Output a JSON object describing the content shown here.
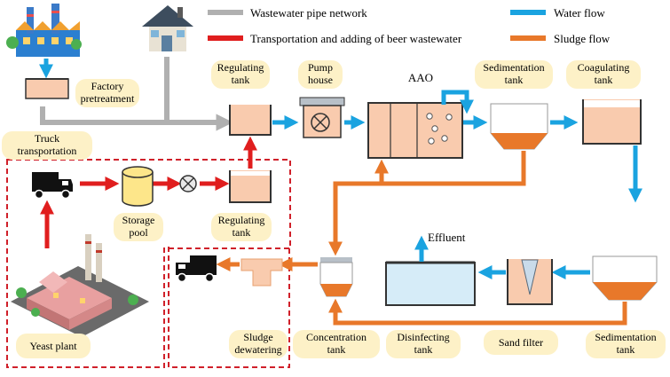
{
  "legend": {
    "wastewater_pipe": "Wastewater pipe network",
    "transport_beer": "Transportation and adding of beer wastewater",
    "water_flow": "Water flow",
    "sludge_flow": "Sludge flow"
  },
  "labels": {
    "factory_pretreatment": [
      "Factory",
      "pretreatment"
    ],
    "truck_transportation": [
      "Truck",
      "transportation"
    ],
    "regulating_tank_top": [
      "Regulating",
      "tank"
    ],
    "pump_house": [
      "Pump",
      "house"
    ],
    "aao": "AAO",
    "sedimentation_tank_top": [
      "Sedimentation",
      "tank"
    ],
    "coagulating_tank": [
      "Coagulating",
      "tank"
    ],
    "storage_pool": [
      "Storage",
      "pool"
    ],
    "regulating_tank_bottom": [
      "Regulating",
      "tank"
    ],
    "effluent": "Effluent",
    "yeast_plant": "Yeast plant",
    "sludge_dewatering": [
      "Sludge",
      "dewatering"
    ],
    "concentration_tank": [
      "Concentration",
      "tank"
    ],
    "disinfecting_tank": [
      "Disinfecting",
      "tank"
    ],
    "sand_filter": "Sand filter",
    "sedimentation_tank_bottom": [
      "Sedimentation",
      "tank"
    ]
  },
  "colors": {
    "water": "#1aa3e0",
    "sludge": "#e8782a",
    "beer": "#e01e1e",
    "pipe": "#b0b0b0",
    "tank_fill": "#f9cbae",
    "label_bg": "#fdf1c7",
    "dashed_border": "#d0202a"
  }
}
